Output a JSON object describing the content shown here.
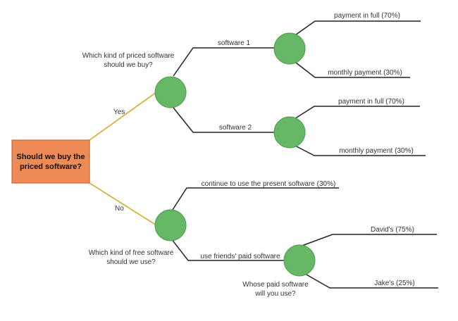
{
  "colors": {
    "root_fill": "#ee8a55",
    "root_stroke": "#c96a36",
    "chance_node": "#66b866",
    "chance_stroke": "#4f9a4f",
    "yes_no_line": "#d9a520",
    "branch_line": "#222222"
  },
  "root": {
    "line1": "Should we buy the",
    "line2": "priced software?"
  },
  "yes_label": "Yes",
  "no_label": "No",
  "priced_question": {
    "line1": "Which kind of priced software",
    "line2": "should we buy?"
  },
  "free_question": {
    "line1": "Which kind of free software",
    "line2": "should we use?"
  },
  "whose_question": {
    "line1": "Whose paid software",
    "line2": "will you use?"
  },
  "software1": {
    "label": "software 1",
    "full": "payment in full (70%)",
    "monthly": "monthly payment (30%)"
  },
  "software2": {
    "label": "software 2",
    "full": "payment in full (70%)",
    "monthly": "monthly payment (30%)"
  },
  "continue_label": "continue to use the present software (30%)",
  "friends_label": "use friends' paid software",
  "davids": "David's (75%)",
  "jakes": "Jake's (25%)"
}
